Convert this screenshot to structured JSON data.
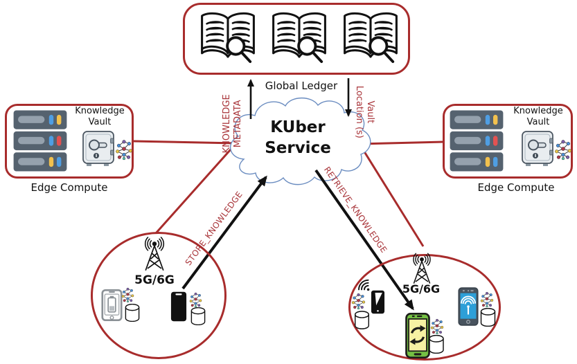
{
  "ledger": {
    "caption": "Global Ledger"
  },
  "cloud": {
    "title": "KUber\nService"
  },
  "flows": {
    "knowledge_metadata": "KNOWLEDGE\nMETADATA",
    "vault_location": "Vault\nLocation (s)",
    "store_knowledge": "STORE_KNOWLEDGE",
    "retrieve_knowledge": "RETRIEVE_KNOWLEDGE"
  },
  "edge_sites": [
    {
      "side": "left",
      "vault_label": "Knowledge\nVault",
      "caption": "Edge Compute"
    },
    {
      "side": "right",
      "vault_label": "Knowledge\nVault",
      "caption": "Edge Compute"
    }
  ],
  "access_networks": [
    {
      "side": "left",
      "ran_label": "5G/6G"
    },
    {
      "side": "right",
      "ran_label": "5G/6G"
    }
  ],
  "icons": {
    "ledger_book": "open-ledger-book-with-magnifier",
    "server_rack": "edge-server-rack",
    "vault_safe": "knowledge-vault-safe",
    "knowledge_graph": "knowledge-graph-molecule",
    "database": "database-cylinder",
    "cell_tower": "radio-cell-tower",
    "wifi": "wifi-signal"
  },
  "colors": {
    "accent_red": "#a82c2c",
    "label_red": "#a83338",
    "cloud_stroke": "#6a8cc0",
    "line_black": "#111111",
    "server_body": "#55626f",
    "safe_body": "#e9edf0",
    "phone_green": "#74c043",
    "phone_screen_blue": "#2d9fd8"
  }
}
